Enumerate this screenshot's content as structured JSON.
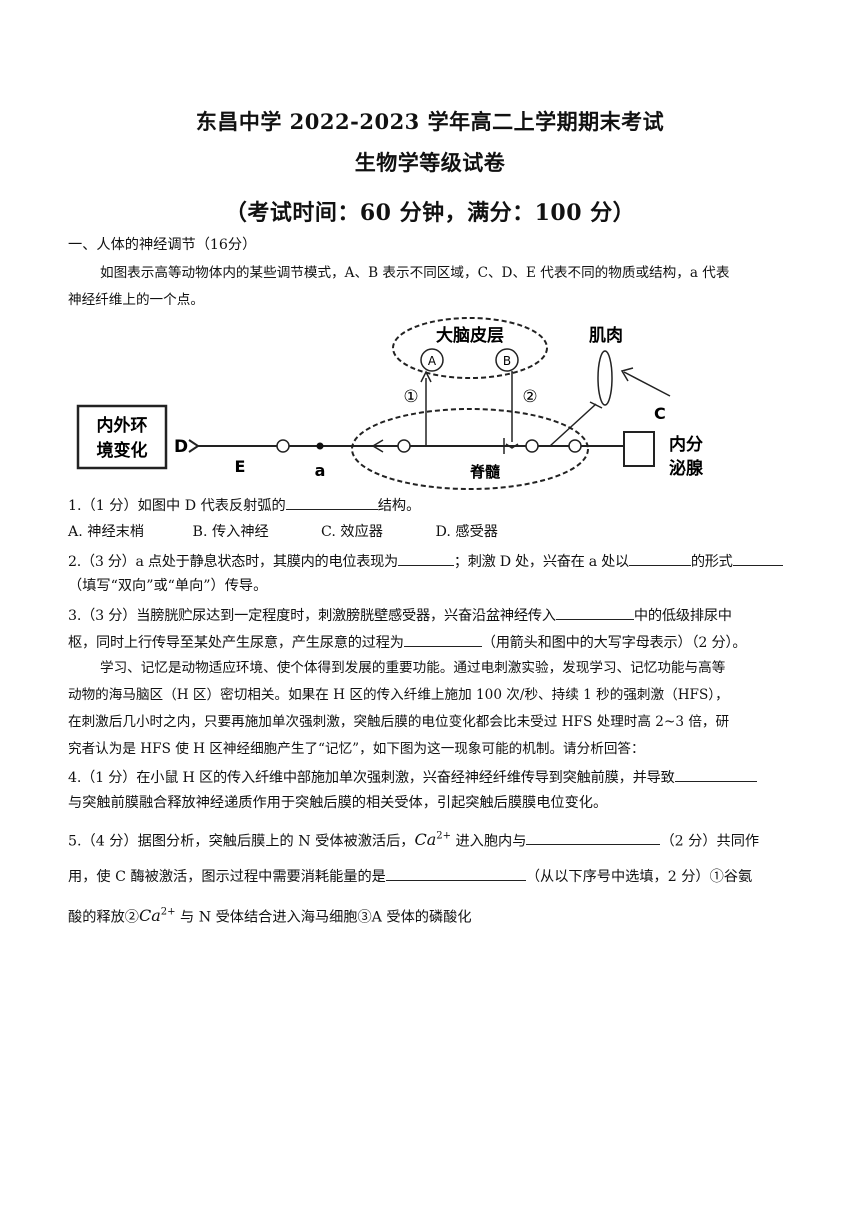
{
  "header": {
    "title": "东昌中学 2022-2023 学年高二上学期期末考试",
    "subtitle": "生物学等级试卷",
    "exam_info": "（考试时间：60 分钟，满分：100 分）"
  },
  "section1": {
    "heading": "一、人体的神经调节（16分）",
    "intro_line1": "如图表示高等动物体内的某些调节模式，A、B 表示不同区域，C、D、E 代表不同的物质或结构，a 代表",
    "intro_line2": "神经纤维上的一个点。"
  },
  "figure": {
    "cortex": "大脑皮层",
    "region_a": "A",
    "region_b": "B",
    "path1": "①",
    "path2": "②",
    "muscle": "肌肉",
    "label_c": "C",
    "env_line1": "内外环",
    "env_line2": "境变化",
    "label_d": "D",
    "label_e": "E",
    "point_a": "a",
    "spinal": "脊髓",
    "gland_line1": "内分",
    "gland_line2": "泌腺"
  },
  "questions": {
    "q1_pre": "1.（1 分）如图中 D 代表反射弧的",
    "q1_post": "结构。",
    "q1_options": [
      "A. 神经末梢",
      "B. 传入神经",
      "C. 效应器",
      "D. 感受器"
    ],
    "q2_a": "2.（3 分）a 点处于静息状态时，其膜内的电位表现为",
    "q2_b": "；刺激 D 处，兴奋在 a 处以",
    "q2_c": "的形式",
    "q2_d": "（填写“双向”或“单向”）传导。",
    "q3_a": "3.（3 分）当膀胱贮尿达到一定程度时，刺激膀胱壁感受器，兴奋沿盆神经传入",
    "q3_b": "中的低级排尿中",
    "q3_c": "枢，同时上行传导至某处产生尿意，产生尿意的过程为",
    "q3_d": "（用箭头和图中的大写字母表示）（2 分）。",
    "para_line1": "学习、记忆是动物适应环境、使个体得到发展的重要功能。通过电刺激实验，发现学习、记忆功能与高等",
    "para_line2": "动物的海马脑区（H 区）密切相关。如果在 H 区的传入纤维上施加 100 次/秒、持续 1 秒的强刺激（HFS），",
    "para_line3": "在刺激后几小时之内，只要再施加单次强刺激，突触后膜的电位变化都会比未受过 HFS 处理时高 2~3 倍，研",
    "para_line4": "究者认为是 HFS 使 H 区神经细胞产生了“记忆”，如下图为这一现象可能的机制。请分析回答：",
    "q4_a": "4.（1 分）在小鼠 H 区的传入纤维中部施加单次强刺激，兴奋经神经纤维传导到突触前膜，并导致",
    "q4_b": "与突触前膜融合释放神经递质作用于突触后膜的相关受体，引起突触后膜膜电位变化。",
    "q5_a": "5.（4 分）据图分析，突触后膜上的 N 受体被激活后，",
    "ca_base": "Ca",
    "ca_sup": "2+",
    "q5_b": " 进入胞内与",
    "q5_c": "（2 分）共同作",
    "q5_d": "用，使 C 酶被激活，图示过程中需要消耗能量的是",
    "q5_e": "（从以下序号中选填，2 分）①谷氨",
    "q5_f": "酸的释放②",
    "q5_g": " 与 N 受体结合进入海马细胞③A 受体的磷酸化"
  }
}
